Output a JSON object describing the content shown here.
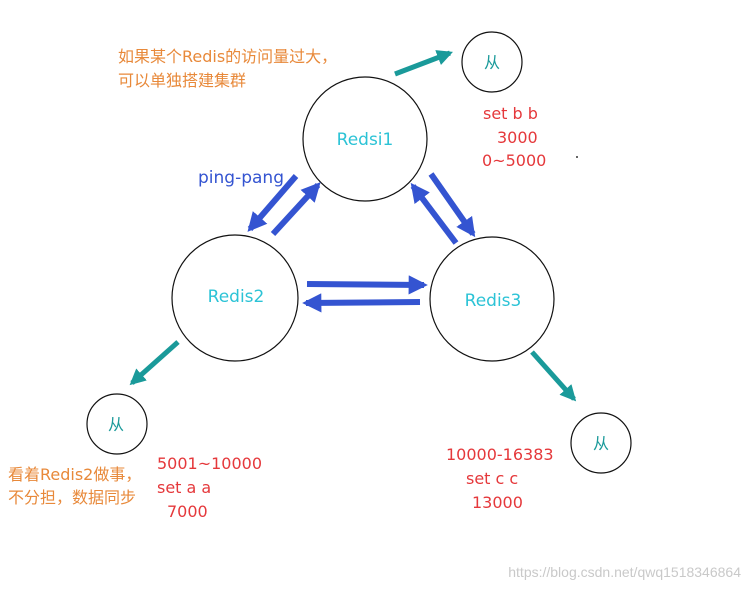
{
  "nodes": {
    "redis1": "Redsi1",
    "redis2": "Redis2",
    "redis3": "Redis3",
    "slave_top": "从",
    "slave_left": "从",
    "slave_right": "从"
  },
  "labels": {
    "ping_pong": "ping-pang",
    "top_note_line1": "如果某个Redis的访问量过大，",
    "top_note_line2": "可以单独搭建集群",
    "left_note_line1": "看着Redis2做事，",
    "left_note_line2": "不分担，数据同步"
  },
  "redis1_info": {
    "command": "set b b",
    "slot": "3000",
    "range": "0~5000"
  },
  "redis2_info": {
    "range": "5001~10000",
    "command": "set a a",
    "slot": "7000"
  },
  "redis3_info": {
    "range": "10000-16383",
    "command": "set  c  c",
    "slot": "13000"
  },
  "watermark": "https://blog.csdn.net/qwq1518346864",
  "colors": {
    "orange_text": "#e8893a",
    "red_text": "#e5383b",
    "cyan_text": "#2cc3d6",
    "blue_arrow": "#3454d1",
    "teal_arrow": "#1a9a9a"
  }
}
